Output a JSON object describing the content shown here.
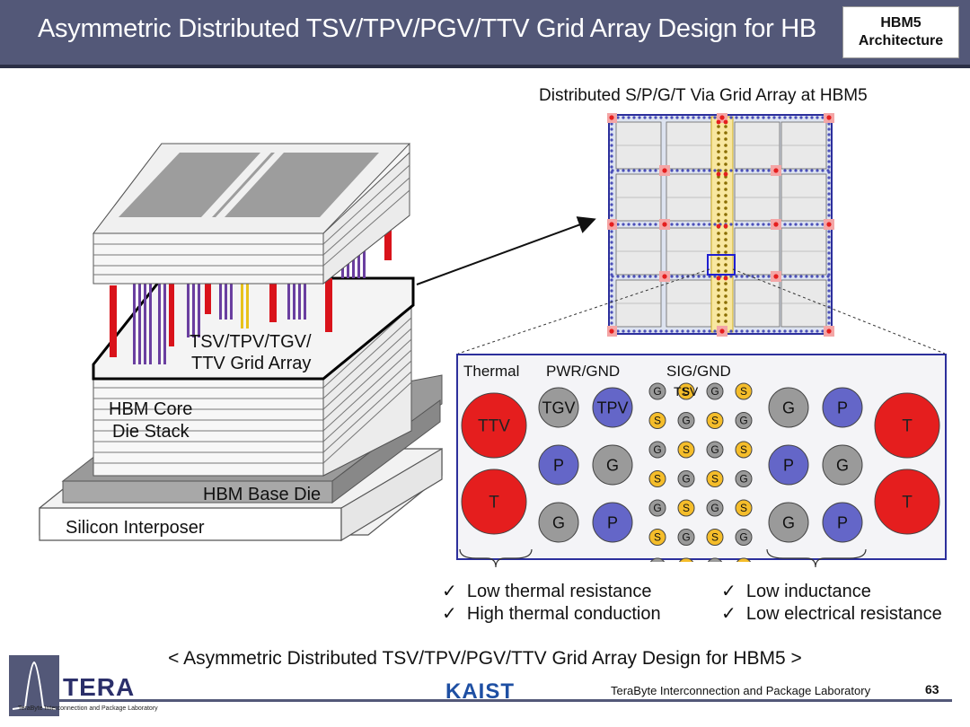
{
  "title": "Asymmetric Distributed TSV/TPV/PGV/TTV Grid Array Design for HB",
  "badge": {
    "line1": "HBM5",
    "line2": "Architecture"
  },
  "stack_labels": {
    "grid_line1": "TSV/TPV/TGV/",
    "grid_line2": "TTV Grid Array",
    "core_line1": "HBM Core",
    "core_line2": "Die Stack",
    "base_die": "HBM Base Die",
    "interposer": "Silicon Interposer"
  },
  "grid_title": "Distributed S/P/G/T Via Grid Array at HBM5",
  "detail": {
    "headers": {
      "thermal": "Thermal",
      "pwr": "PWR/GND",
      "sig": "SIG/GND",
      "tsv": "TSV"
    },
    "ttv": "TTV",
    "tgv": "TGV",
    "tpv": "TPV",
    "t": "T",
    "p": "P",
    "g": "G",
    "s": "S"
  },
  "benefits": {
    "left": [
      "Low thermal resistance",
      "High thermal conduction"
    ],
    "right": [
      "Low inductance",
      "Low electrical resistance"
    ]
  },
  "check": "✓",
  "caption": "< Asymmetric Distributed TSV/TPV/PGV/TTV Grid Array Design for HBM5 >",
  "footer": {
    "lab_logo": "TERA",
    "lab_logo_sub": "TeraByte Interconnection and Package Laboratory",
    "kaist": "KAIST",
    "lab_name": "TeraByte Interconnection and Package Laboratory",
    "page": "63"
  },
  "colors": {
    "header": "#535878",
    "thermal": "#e51e1e",
    "power": "#6466c8",
    "ground": "#9a9a9a",
    "signal": "#f5bd2a",
    "grid_border": "#2c2f9c"
  }
}
